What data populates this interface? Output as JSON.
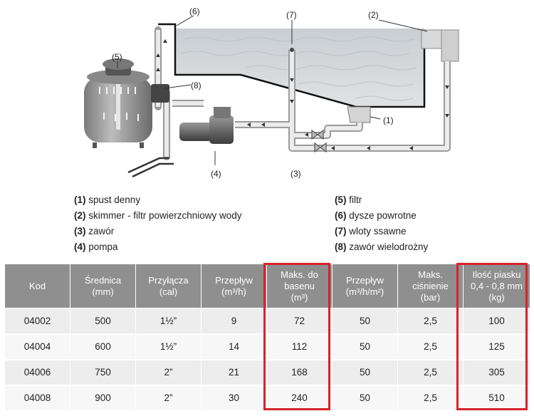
{
  "callouts": {
    "c1": "(1)",
    "c2": "(2)",
    "c3": "(3)",
    "c4": "(4)",
    "c5": "(5)",
    "c6": "(6)",
    "c7": "(7)",
    "c8": "(8)"
  },
  "legend": {
    "left": [
      {
        "num": "(1)",
        "text": "spust denny"
      },
      {
        "num": "(2)",
        "text": "skimmer - filtr powierzchniowy wody"
      },
      {
        "num": "(3)",
        "text": "zawór"
      },
      {
        "num": "(4)",
        "text": "pompa"
      }
    ],
    "right": [
      {
        "num": "(5)",
        "text": "filtr"
      },
      {
        "num": "(6)",
        "text": "dysze powrotne"
      },
      {
        "num": "(7)",
        "text": "wloty ssawne"
      },
      {
        "num": "(8)",
        "text": "zawór wielodrożny"
      }
    ]
  },
  "table": {
    "headers": [
      [
        "Kod"
      ],
      [
        "Średnica",
        "(mm)"
      ],
      [
        "Przyłącza",
        "(cal)"
      ],
      [
        "Przepływ",
        "(m³/h)"
      ],
      [
        "Maks. do",
        "basenu",
        "(m³)"
      ],
      [
        "Przepływ",
        "(m³/h/m²)"
      ],
      [
        "Maks.",
        "ciśnienie",
        "(bar)"
      ],
      [
        "Ilość piasku",
        "0,4 - 0,8 mm",
        "(kg)"
      ]
    ],
    "rows": [
      [
        "04002",
        "500",
        "1½”",
        "9",
        "72",
        "50",
        "2,5",
        "100"
      ],
      [
        "04004",
        "600",
        "1½”",
        "14",
        "112",
        "50",
        "2,5",
        "125"
      ],
      [
        "04006",
        "750",
        "2”",
        "21",
        "168",
        "50",
        "2,5",
        "305"
      ],
      [
        "04008",
        "900",
        "2”",
        "30",
        "240",
        "50",
        "2,5",
        "510"
      ]
    ]
  },
  "colors": {
    "highlight": "#d6232c",
    "header_bg": "#8f8f8f",
    "water": "#cfd3d6"
  }
}
